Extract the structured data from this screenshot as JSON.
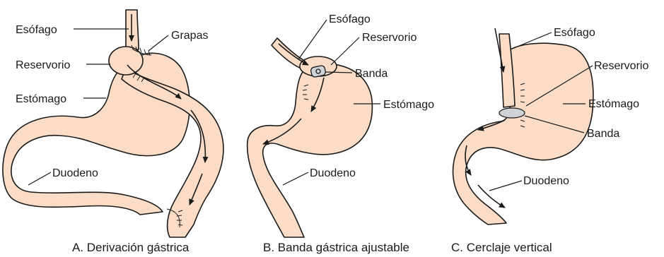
{
  "panels": {
    "a": {
      "caption": "A. Derivación gástrica",
      "labels": {
        "esofago": "Esófago",
        "grapas": "Grapas",
        "reservorio": "Reservorio",
        "estomago": "Estómago",
        "duodeno": "Duodeno"
      }
    },
    "b": {
      "caption": "B. Banda gástrica ajustable",
      "labels": {
        "esofago": "Esófago",
        "reservorio": "Reservorio",
        "banda": "Banda",
        "estomago": "Estómago",
        "duodeno": "Duodeno"
      }
    },
    "c": {
      "caption": "C. Cerclaje vertical",
      "labels": {
        "esofago": "Esófago",
        "reservorio": "Reservorio",
        "estomago": "Estómago",
        "banda": "Banda",
        "duodeno": "Duodeno"
      }
    }
  },
  "colors": {
    "organ_fill": "#fbdcc6",
    "outline": "#1a1a1a",
    "band_fill": "#cfd3d8"
  }
}
